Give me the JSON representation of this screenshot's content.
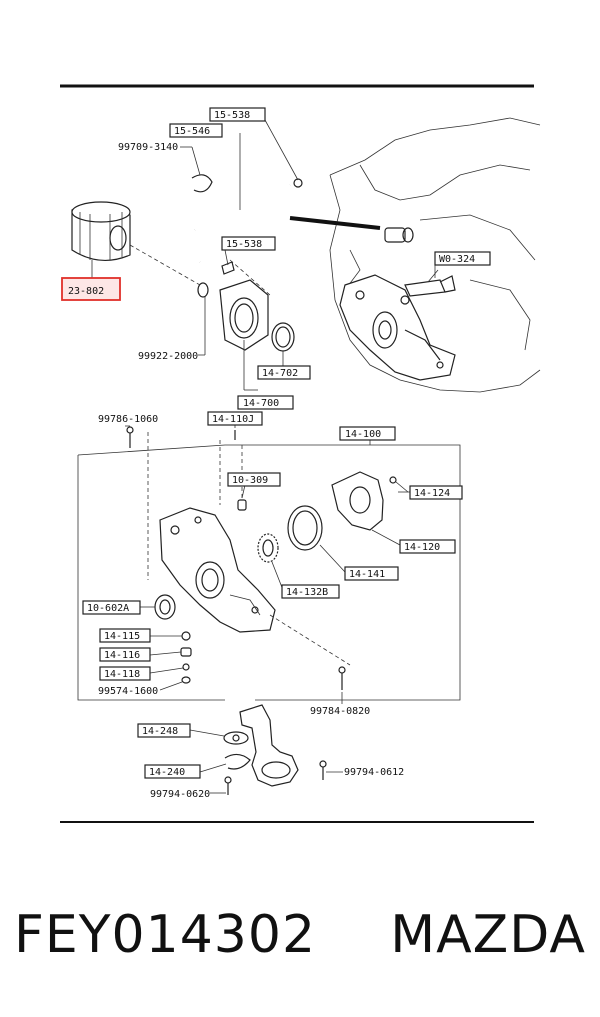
{
  "footer": {
    "part_number": "FEY014302",
    "brand": "MAZDA"
  },
  "highlight_color": "#e0302a",
  "callouts": [
    {
      "key": "l15538",
      "text": "15-538",
      "boxed": true
    },
    {
      "key": "l15546",
      "text": "15-546",
      "boxed": true
    },
    {
      "key": "l99709",
      "text": "99709-3140",
      "boxed": false
    },
    {
      "key": "l15538b",
      "text": "15-538",
      "boxed": true
    },
    {
      "key": "l23802",
      "text": "23-802",
      "boxed": true,
      "highlighted": true
    },
    {
      "key": "lW0324",
      "text": "W0-324",
      "boxed": true
    },
    {
      "key": "l99922",
      "text": "99922-2000",
      "boxed": false
    },
    {
      "key": "l14702",
      "text": "14-702",
      "boxed": true
    },
    {
      "key": "l14700",
      "text": "14-700",
      "boxed": true
    },
    {
      "key": "l99786",
      "text": "99786-1060",
      "boxed": false
    },
    {
      "key": "l14110J",
      "text": "14-110J",
      "boxed": true
    },
    {
      "key": "l14100",
      "text": "14-100",
      "boxed": true
    },
    {
      "key": "l10309",
      "text": "10-309",
      "boxed": true
    },
    {
      "key": "l14124",
      "text": "14-124",
      "boxed": true
    },
    {
      "key": "l14120",
      "text": "14-120",
      "boxed": true
    },
    {
      "key": "l14141",
      "text": "14-141",
      "boxed": true
    },
    {
      "key": "l14132B",
      "text": "14-132B",
      "boxed": true
    },
    {
      "key": "l10602A",
      "text": "10-602A",
      "boxed": true
    },
    {
      "key": "l14115",
      "text": "14-115",
      "boxed": true
    },
    {
      "key": "l14116",
      "text": "14-116",
      "boxed": true
    },
    {
      "key": "l14118",
      "text": "14-118",
      "boxed": true
    },
    {
      "key": "l99574",
      "text": "99574-1600",
      "boxed": false
    },
    {
      "key": "l99784",
      "text": "99784-0820",
      "boxed": false
    },
    {
      "key": "l14248",
      "text": "14-248",
      "boxed": true
    },
    {
      "key": "l14240",
      "text": "14-240",
      "boxed": true
    },
    {
      "key": "l99794a",
      "text": "99794-0612",
      "boxed": false
    },
    {
      "key": "l99794b",
      "text": "99794-0620",
      "boxed": false
    }
  ]
}
